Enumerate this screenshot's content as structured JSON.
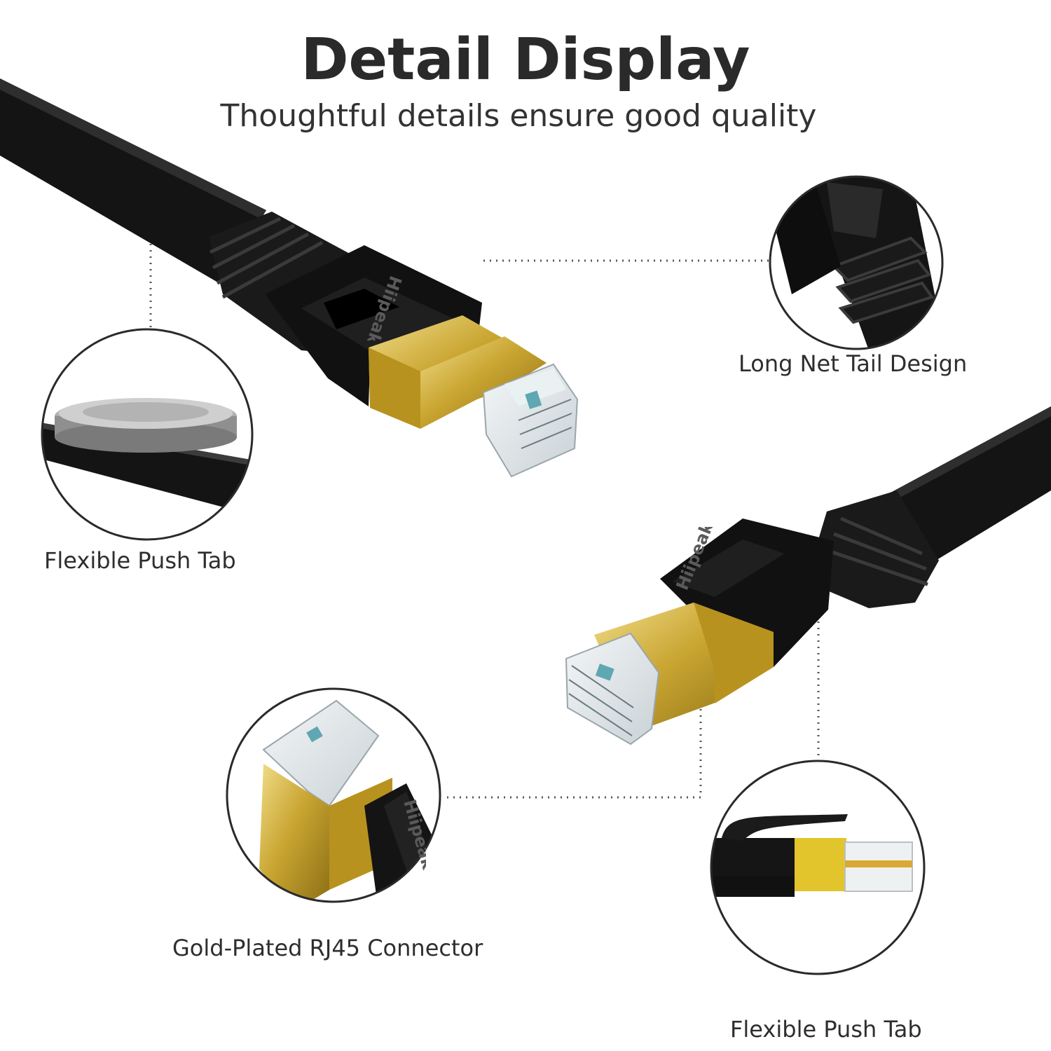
{
  "header": {
    "title": "Detail Display",
    "subtitle": "Thoughtful details ensure good quality"
  },
  "callouts": [
    {
      "label": "Long Net Tail Design"
    },
    {
      "label": "Flexible Push Tab"
    },
    {
      "label": "Gold-Plated RJ45 Connector"
    },
    {
      "label": "Flexible Push Tab"
    }
  ],
  "brand": {
    "logo": "Hiipeak"
  },
  "colors": {
    "cable": "#1b1b1b",
    "gold": "#c8a93a",
    "callout-ring": "#2a2a2a"
  }
}
